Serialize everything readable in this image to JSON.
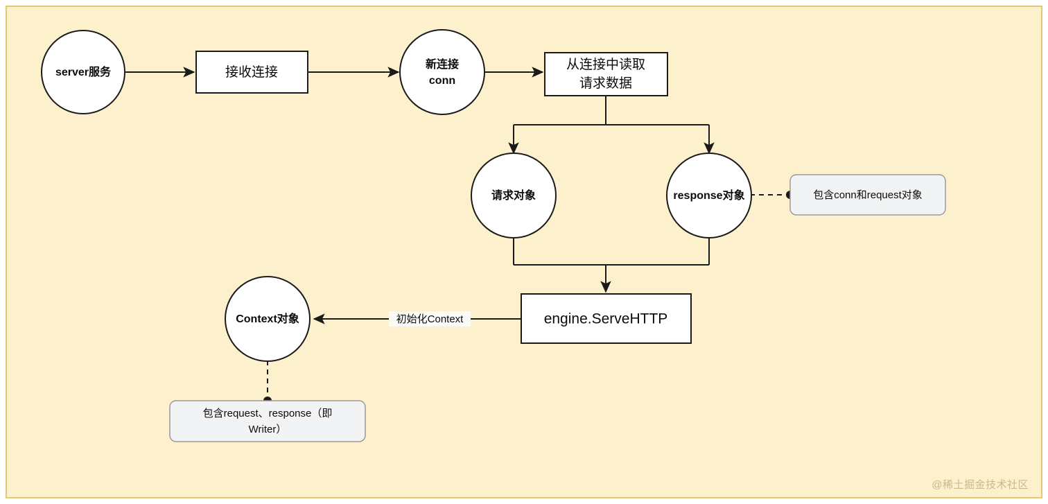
{
  "canvas": {
    "background_color": "#fdf0cd",
    "frame_border_color": "#e2c878",
    "page_background": "#ffffff",
    "stroke_color": "#1a1a1a",
    "node_fill": "#ffffff",
    "note_fill": "#f2f3f5",
    "note_border": "#9a9a9a"
  },
  "watermark": {
    "text": "@稀土掘金技术社区"
  },
  "nodes": {
    "server": {
      "label": "server服务",
      "shape": "circle"
    },
    "accept_conn": {
      "label": "接收连接",
      "shape": "rect"
    },
    "new_conn_line1": {
      "label": "新连接"
    },
    "new_conn_line2": {
      "label": "conn"
    },
    "read_request_line1": {
      "label": "从连接中读取"
    },
    "read_request_line2": {
      "label": "请求数据"
    },
    "request_object": {
      "label": "请求对象",
      "shape": "circle"
    },
    "response_object": {
      "label": "response对象",
      "shape": "circle"
    },
    "serve_http": {
      "label": "engine.ServeHTTP",
      "shape": "rect"
    },
    "context_object": {
      "label": "Context对象",
      "shape": "circle"
    }
  },
  "notes": {
    "response_note": {
      "label": "包含conn和request对象"
    },
    "context_note_line1": {
      "label": "包含request、response（即"
    },
    "context_note_line2": {
      "label": "Writer）"
    }
  },
  "edges": {
    "init_context_label": "初始化Context"
  }
}
